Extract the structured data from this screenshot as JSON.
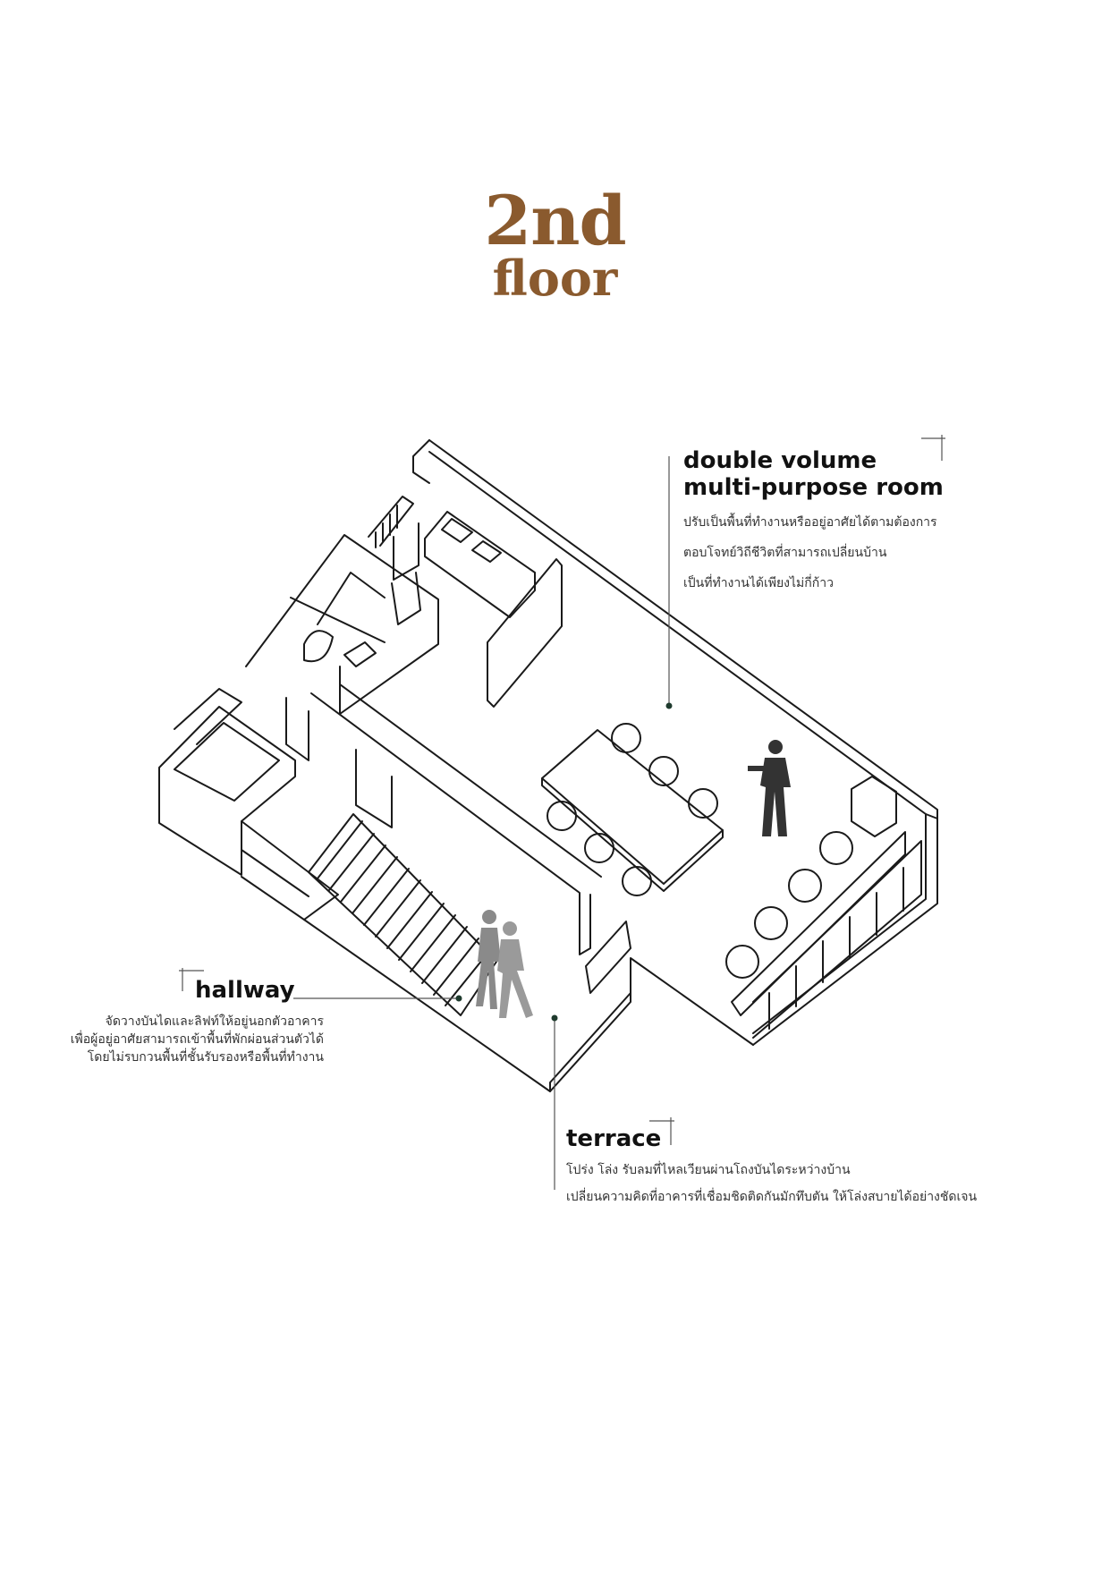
{
  "title": {
    "line1": "2nd",
    "line2": "floor",
    "color": "#8a5a2e"
  },
  "labels": {
    "double_volume": {
      "heading_line1": "double volume",
      "heading_line2": "multi-purpose room",
      "desc_line1": "ปรับเป็นพื้นที่ทำงานหรืออยู่อาศัยได้ตามต้องการ",
      "desc_line2": "ตอบโจทย์วิถีชีวิตที่สามารถเปลี่ยนบ้าน",
      "desc_line3": "เป็นที่ทำงานได้เพียงไม่กี่ก้าว"
    },
    "hallway": {
      "heading": "hallway",
      "desc_line1": "จัดวางบันไดและลิฟท์ให้อยู่นอกตัวอาคาร",
      "desc_line2": "เพื่อผู้อยู่อาศัยสามารถเข้าพื้นที่พักผ่อนส่วนตัวได้",
      "desc_line3": "โดยไม่รบกวนพื้นที่ชั้นรับรองหรือพื้นที่ทำงาน"
    },
    "terrace": {
      "heading": "terrace",
      "desc_line1": "โปร่ง โล่ง รับลมที่ไหลเวียนผ่านโถงบันไดระหว่างบ้าน",
      "desc_line2": "เปลี่ยนความคิดที่อาคารที่เชื่อมชิดติดกันมักทึบตัน ให้โล่งสบายได้อย่างชัดเจน"
    }
  }
}
